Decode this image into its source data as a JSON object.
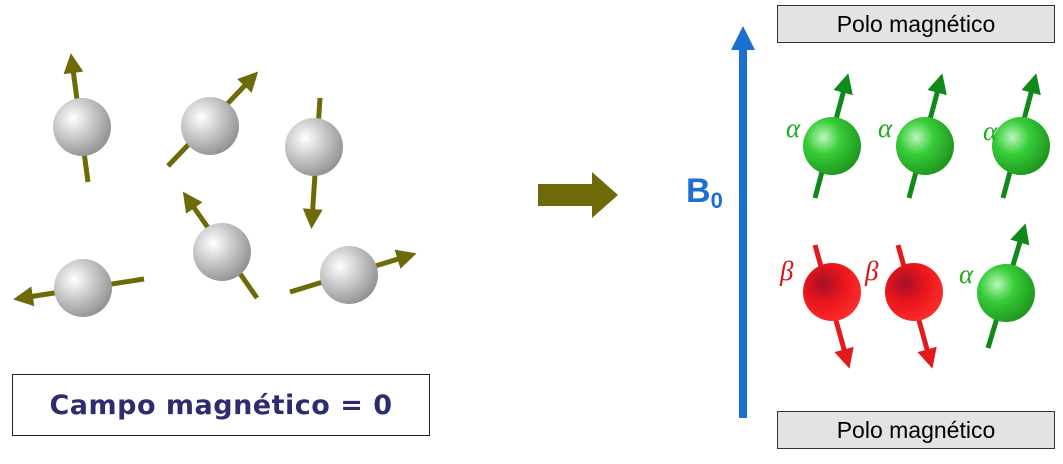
{
  "left_panel": {
    "zero_field_label": "Campo magnético = 0"
  },
  "field": {
    "label_main": "B",
    "label_sub": "0",
    "arrow_color": "#1a6fd1"
  },
  "right_panel": {
    "pole_top": "Polo magnético",
    "pole_bottom": "Polo magnético",
    "state_labels": {
      "alpha": "α",
      "beta": "β"
    }
  },
  "colors": {
    "random_spin": "#c6c6c6",
    "random_arrow": "#6e6a08",
    "alpha_spin": "#2ec42e",
    "beta_spin": "#e8151a",
    "alpha_arrow": "#0f8a1a",
    "beta_arrow": "#e31a1c",
    "transition_arrow": "#6e6a08"
  },
  "icons": {
    "transition": "right-arrow-icon",
    "random_spin": "nucleus-spin-icon"
  }
}
